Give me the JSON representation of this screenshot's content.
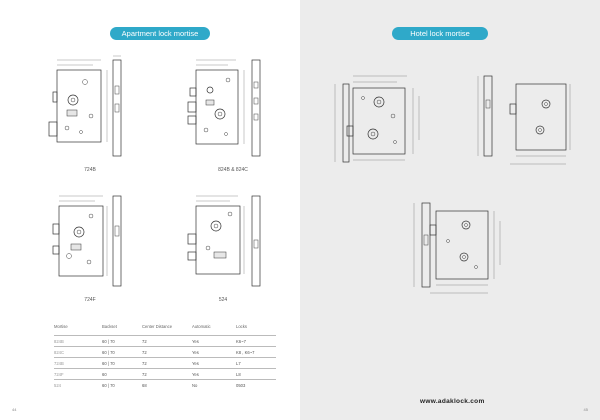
{
  "left_page": {
    "banner": "Apartment lock mortise",
    "drawings": [
      {
        "caption": "724B"
      },
      {
        "caption": "824B & 824C"
      },
      {
        "caption": "724F"
      },
      {
        "caption": "524"
      }
    ],
    "table": {
      "headers": [
        "Mortise",
        "Backset",
        "Center Distance",
        "Automatic",
        "Locks"
      ],
      "rows": [
        [
          "824B",
          "60 | 70",
          "72",
          "Yes",
          "K6~7"
        ],
        [
          "824C",
          "60 | 70",
          "72",
          "Yes",
          "K8 , K6~7"
        ],
        [
          "724B",
          "60 | 70",
          "72",
          "Yes",
          "L7"
        ],
        [
          "724F",
          "60",
          "72",
          "Yes",
          "L8"
        ],
        [
          "524",
          "60 | 70",
          "68",
          "No",
          "0503"
        ]
      ]
    },
    "page_number": "44"
  },
  "right_page": {
    "banner": "Hotel lock mortise",
    "website": "www.adaklock.com",
    "page_number": "45"
  },
  "colors": {
    "banner": "#2fa9c9",
    "right_bg": "#ececec"
  }
}
